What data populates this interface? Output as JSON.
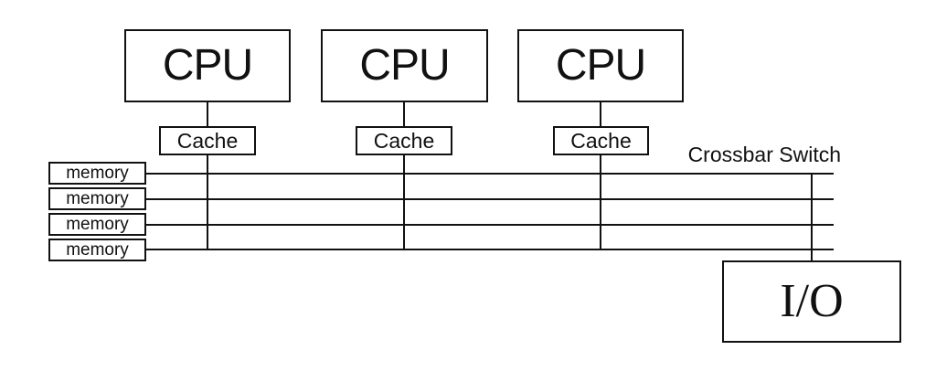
{
  "diagram": {
    "cpus": [
      "CPU",
      "CPU",
      "CPU"
    ],
    "caches": [
      "Cache",
      "Cache",
      "Cache"
    ],
    "memories": [
      "memory",
      "memory",
      "memory",
      "memory"
    ],
    "labels": {
      "crossbar": "Crossbar Switch",
      "io": "I/O"
    },
    "bus_line_count": 4,
    "colors": {
      "stroke": "#111111",
      "background": "#ffffff",
      "text": "#111111"
    }
  }
}
